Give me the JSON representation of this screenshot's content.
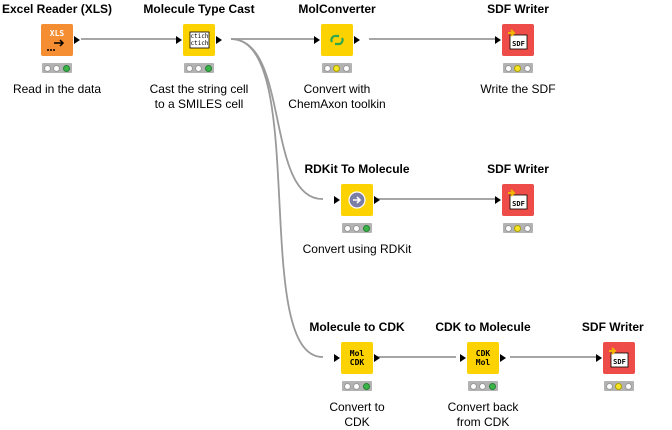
{
  "workflow": {
    "nodes": [
      {
        "id": "excel_reader",
        "title": "Excel Reader (XLS)",
        "caption": "Read in the data",
        "icon": "xls-reader-icon",
        "color": "#f58d33",
        "status": [
          "off",
          "off",
          "green"
        ]
      },
      {
        "id": "molecule_type_cast",
        "title": "Molecule Type Cast",
        "caption": "Cast the string cell\nto a SMILES cell",
        "icon": "type-cast-icon",
        "color": "#fcd200",
        "status": [
          "off",
          "off",
          "green"
        ]
      },
      {
        "id": "molconverter",
        "title": "MolConverter",
        "caption": "Convert with\nChemAxon toolkin",
        "icon": "chemaxon-icon",
        "color": "#fcd200",
        "status": [
          "off",
          "yellow",
          "off"
        ]
      },
      {
        "id": "sdf_writer_1",
        "title": "SDF Writer",
        "caption": "Write the SDF",
        "icon": "sdf-writer-icon",
        "color": "#ee4c48",
        "status": [
          "off",
          "yellow",
          "off"
        ]
      },
      {
        "id": "rdkit_to_molecule",
        "title": "RDKit To Molecule",
        "caption": "Convert using RDKit",
        "icon": "rdkit-icon",
        "color": "#fcd200",
        "status": [
          "off",
          "off",
          "green"
        ]
      },
      {
        "id": "sdf_writer_2",
        "title": "SDF Writer",
        "caption": "",
        "icon": "sdf-writer-icon",
        "color": "#ee4c48",
        "status": [
          "off",
          "yellow",
          "off"
        ]
      },
      {
        "id": "molecule_to_cdk",
        "title": "Molecule to CDK",
        "caption": "Convert to\nCDK",
        "icon": "mol-to-cdk-icon",
        "color": "#fcd200",
        "status": [
          "off",
          "off",
          "green"
        ]
      },
      {
        "id": "cdk_to_molecule",
        "title": "CDK to Molecule",
        "caption": "Convert back\nfrom CDK",
        "icon": "cdk-to-mol-icon",
        "color": "#fcd200",
        "status": [
          "off",
          "off",
          "green"
        ]
      },
      {
        "id": "sdf_writer_3",
        "title": "SDF Writer",
        "caption": "",
        "icon": "sdf-writer-icon",
        "color": "#ee4c48",
        "status": [
          "off",
          "yellow",
          "off"
        ]
      }
    ],
    "icon_text": {
      "xls": "XLS",
      "cast_line1": "ctich",
      "cast_line2": "ctich",
      "sdf": "SDF",
      "mol": "Mol",
      "cdk": "CDK"
    }
  }
}
